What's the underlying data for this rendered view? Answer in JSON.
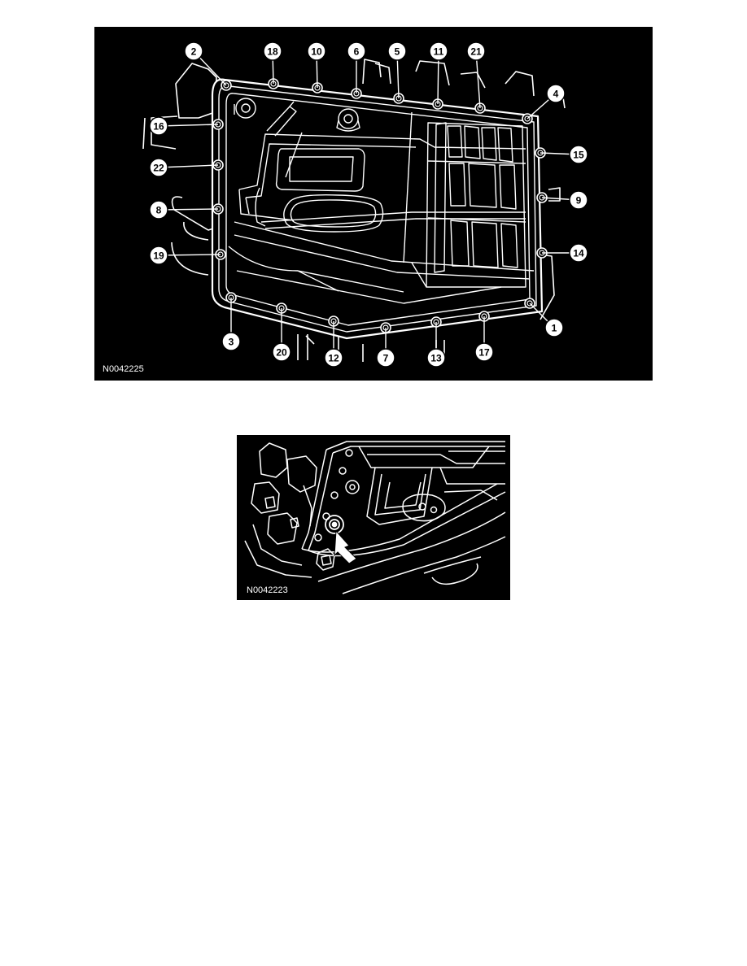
{
  "figures": [
    {
      "code": "N0042225",
      "callouts": [
        "2",
        "18",
        "10",
        "6",
        "5",
        "11",
        "21",
        "4",
        "16",
        "15",
        "22",
        "9",
        "8",
        "14",
        "19",
        "3",
        "20",
        "12",
        "7",
        "13",
        "17",
        "1"
      ]
    },
    {
      "code": "N0042223",
      "indicator": "arrow-pointing-to-drain-plug"
    }
  ],
  "colors": {
    "background": "#000000",
    "line": "#ffffff",
    "page": "#ffffff"
  }
}
